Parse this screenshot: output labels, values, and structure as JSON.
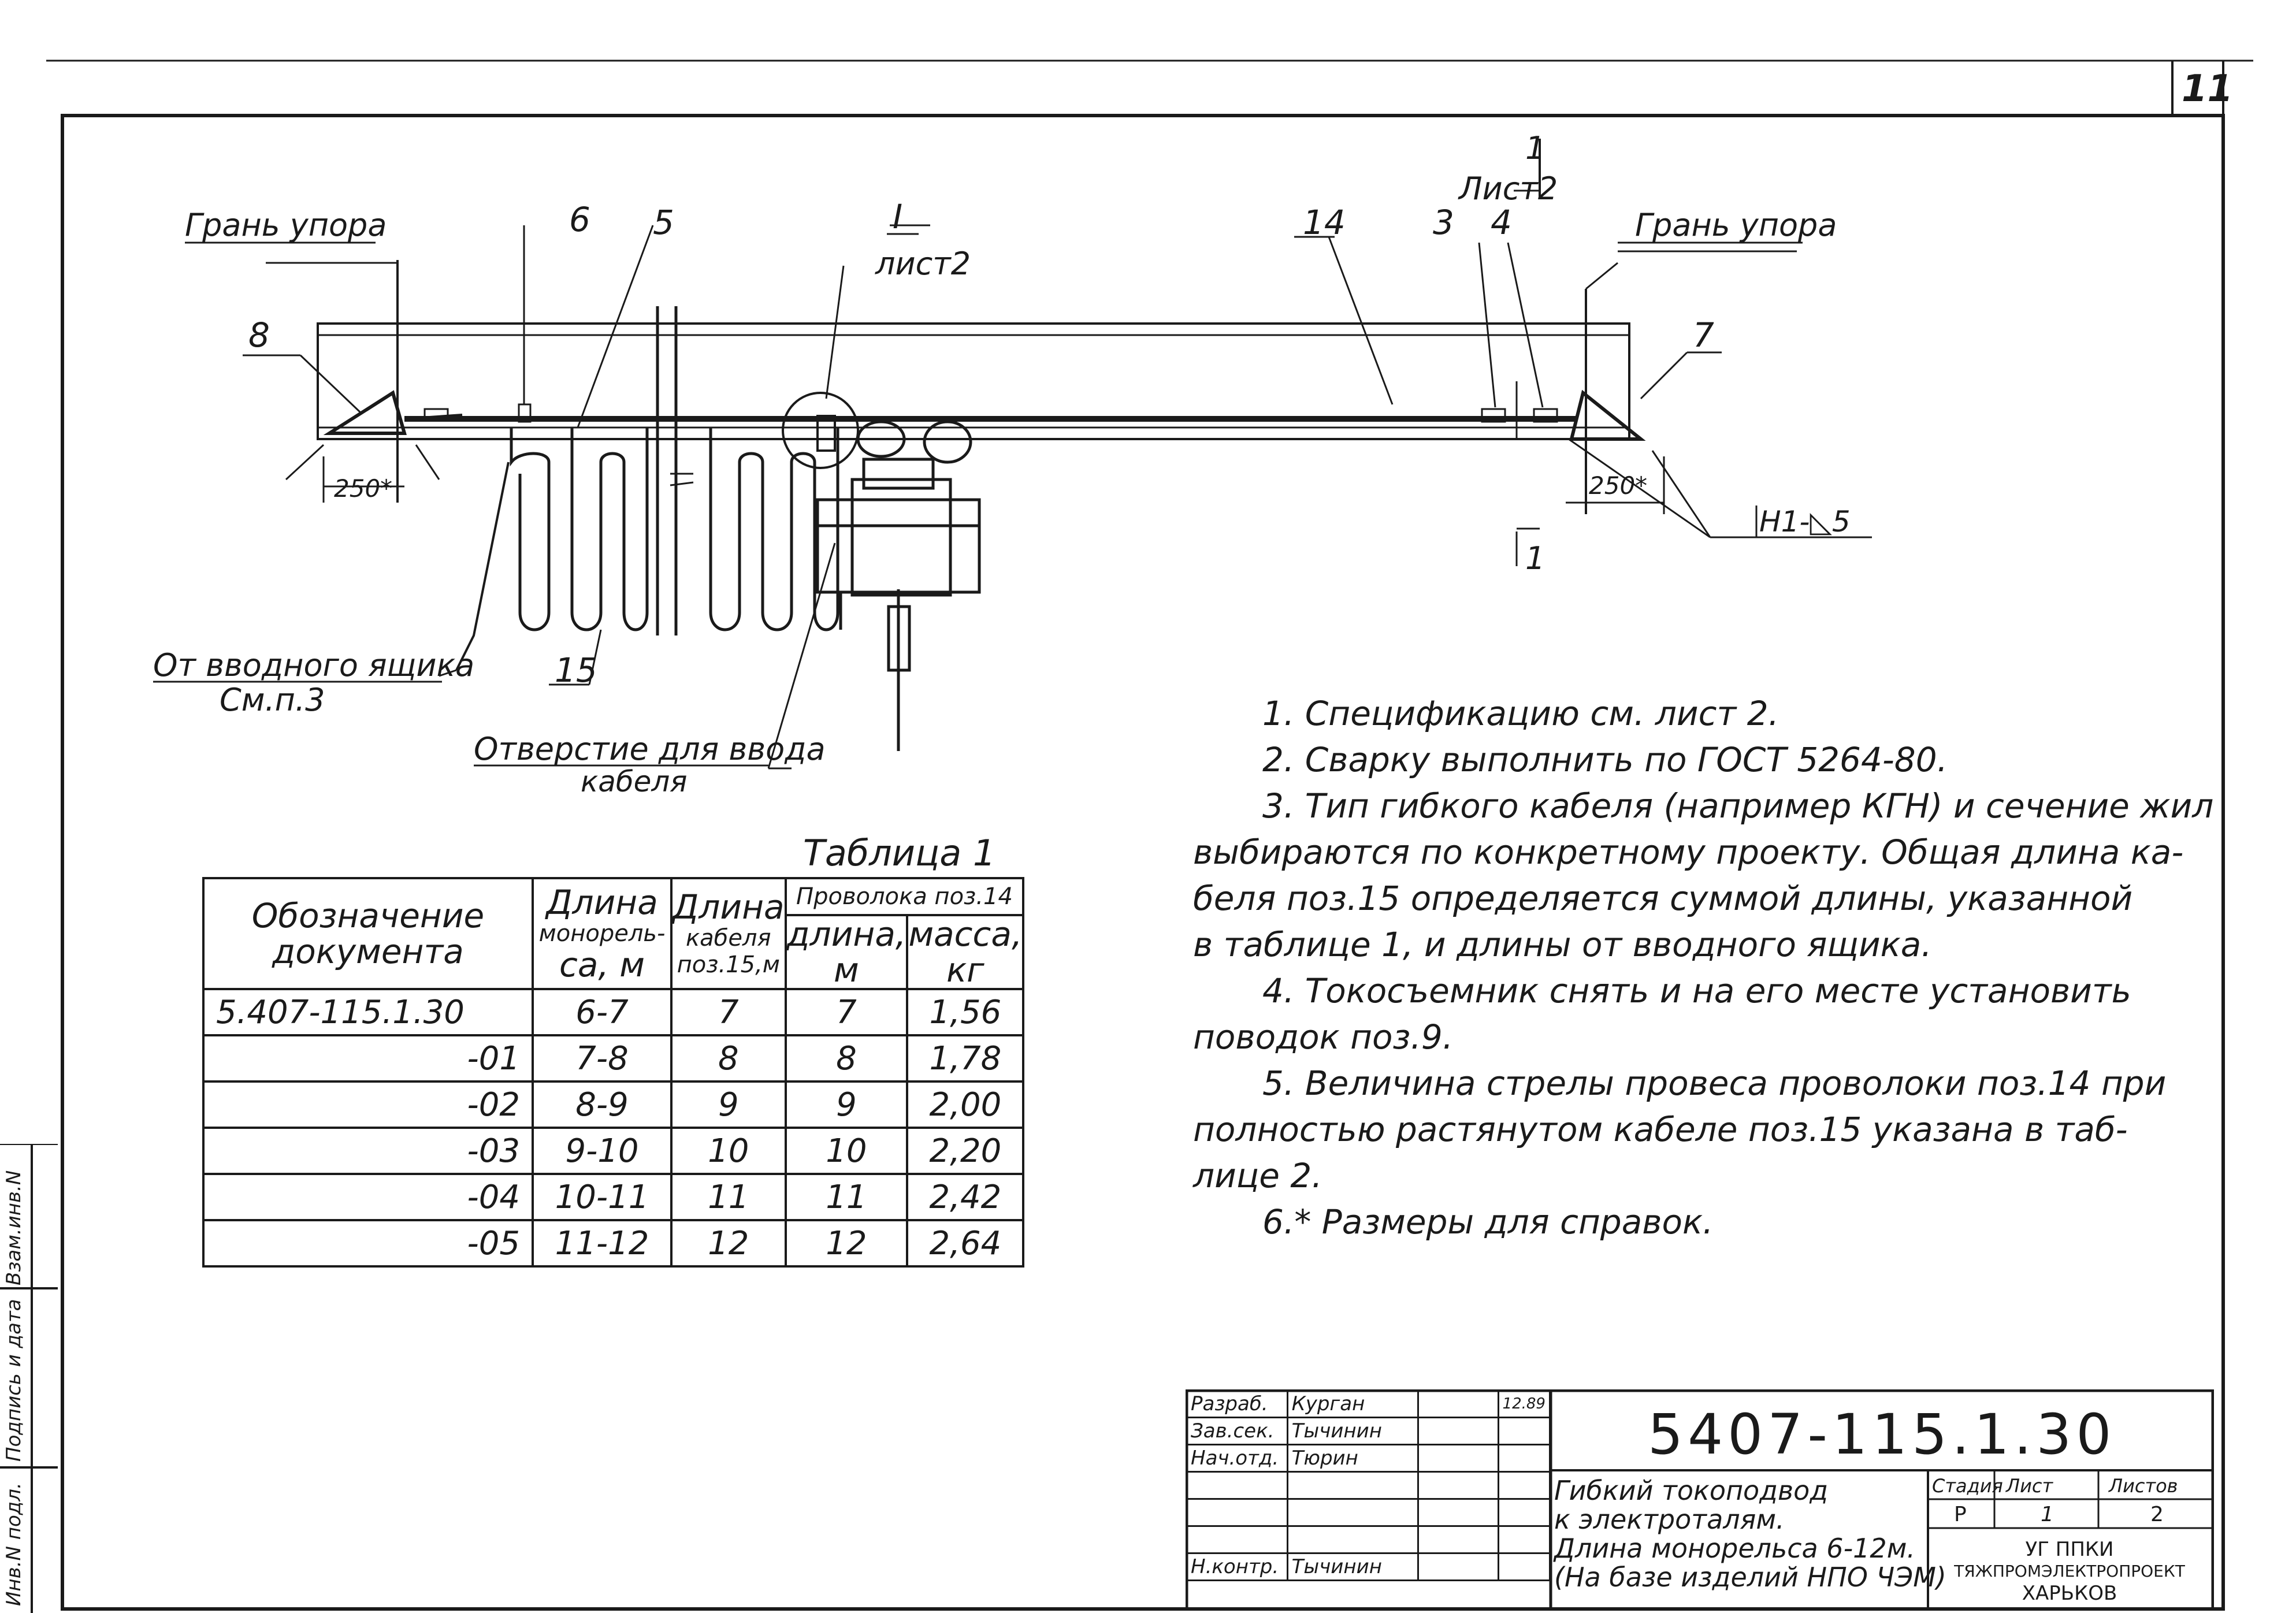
{
  "sheet_number": "11",
  "drawing": {
    "label_edge_left": "Грань упора",
    "label_edge_right": "Грань упора",
    "pos_6": "6",
    "pos_5": "5",
    "pos_I": "I",
    "detail_sheet": "лист2",
    "pos_14": "14",
    "pos_3": "3",
    "pos_4": "4",
    "section_num_top": "1",
    "section_sheet": "Лист2",
    "section_num_bottom": "1",
    "pos_8": "8",
    "pos_7": "7",
    "dim_left": "250*",
    "dim_right": "250*",
    "weld_mark": "Н1-◺5",
    "pos_15": "15",
    "from_box_line1": "От вводного ящика",
    "from_box_line2": "См.п.3",
    "cable_hole_line1": "Отверстие для ввода",
    "cable_hole_line2": "кабеля"
  },
  "notes": [
    "1. Спецификацию см. лист 2.",
    "2. Сварку выполнить по ГОСТ 5264-80.",
    "3. Тип гибкого кабеля (например КГН) и сечение жил",
    "выбираются по конкретному проекту. Общая длина ка-",
    "беля поз.15 определяется суммой длины, указанной",
    "в таблице 1, и длины от вводного ящика.",
    "4. Токосъемник снять и на его месте установить",
    "поводок поз.9.",
    "5. Величина стрелы провеса проволоки поз.14 при",
    "полностью растянутом кабеле поз.15 указана в таб-",
    "лице 2.",
    "6.* Размеры для справок."
  ],
  "table1": {
    "caption": "Таблица 1",
    "headers": {
      "designation": "Обозначение документа",
      "monorail_len_line1": "Длина",
      "monorail_len_line2": "монорель-",
      "monorail_len_line3": "са, м",
      "cable_len_line1": "Длина",
      "cable_len_line2": "кабеля",
      "cable_len_line3": "поз.15,м",
      "wire_group": "Проволока поз.14",
      "wire_len_line1": "длина,",
      "wire_len_line2": "м",
      "wire_mass_line1": "масса,",
      "wire_mass_line2": "кг"
    },
    "rows": [
      {
        "designation": "5.407-115.1.30",
        "monorail": "6-7",
        "cable": "7",
        "wire_len": "7",
        "wire_mass": "1,56"
      },
      {
        "designation": "-01",
        "monorail": "7-8",
        "cable": "8",
        "wire_len": "8",
        "wire_mass": "1,78"
      },
      {
        "designation": "-02",
        "monorail": "8-9",
        "cable": "9",
        "wire_len": "9",
        "wire_mass": "2,00"
      },
      {
        "designation": "-03",
        "monorail": "9-10",
        "cable": "10",
        "wire_len": "10",
        "wire_mass": "2,20"
      },
      {
        "designation": "-04",
        "monorail": "10-11",
        "cable": "11",
        "wire_len": "11",
        "wire_mass": "2,42"
      },
      {
        "designation": "-05",
        "monorail": "11-12",
        "cable": "12",
        "wire_len": "12",
        "wire_mass": "2,64"
      }
    ]
  },
  "title_block": {
    "code": "5407-115.1.30",
    "roles": [
      {
        "role": "Разраб.",
        "name": "Курган",
        "date": "12.89"
      },
      {
        "role": "Зав.сек.",
        "name": "Тычинин",
        "date": ""
      },
      {
        "role": "Нач.отд.",
        "name": "Тюрин",
        "date": ""
      },
      {
        "role": "",
        "name": "",
        "date": ""
      },
      {
        "role": "",
        "name": "",
        "date": ""
      },
      {
        "role": "",
        "name": "",
        "date": ""
      },
      {
        "role": "Н.контр.",
        "name": "Тычинин",
        "date": ""
      }
    ],
    "title_lines": [
      "Гибкий токоподвод",
      "к электроталям.",
      "Длина монорельса 6-12м.",
      "(На базе изделий НПО ЧЭМ)"
    ],
    "stage_header": "Стадия",
    "sheet_header": "Лист",
    "sheets_header": "Листов",
    "stage": "Р",
    "sheet": "1",
    "sheets": "2",
    "org_lines": [
      "УГ ППКИ",
      "ТЯЖПРОМЭЛЕКТРОПРОЕКТ",
      "ХАРЬКОВ"
    ]
  },
  "side_strip": {
    "inv_no": "Инв.N подл.",
    "sign_date": "Подпись и дата",
    "replace_inv": "Взам.инв.N"
  }
}
